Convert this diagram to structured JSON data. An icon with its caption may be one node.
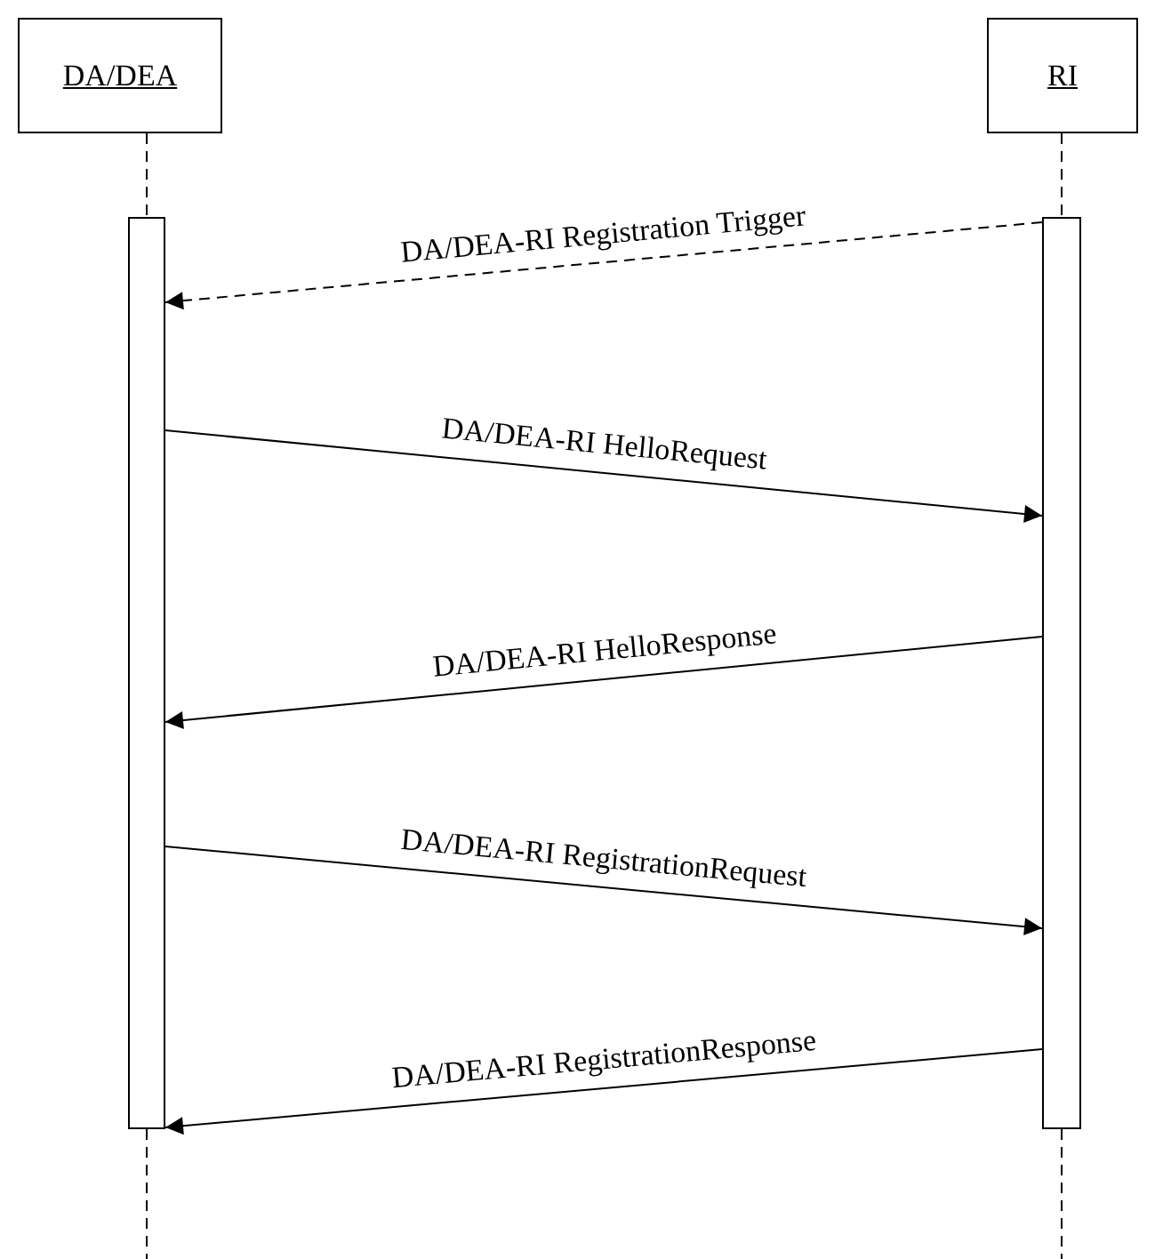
{
  "diagram": {
    "nodes": [
      {
        "text": [
          "DA/DEA"
        ]
      },
      {
        "text": [
          "RI"
        ]
      },
      {
        "text": [],
        "shape": "bar"
      },
      {
        "text": [],
        "shape": "bar"
      }
    ],
    "edges": [
      {
        "from": 0,
        "to": 2,
        "arrow": "none",
        "style": "dashed"
      },
      {
        "from": 1,
        "to": 3,
        "arrow": "none",
        "style": "dashed"
      },
      {
        "from": 3,
        "to": 2,
        "arrow": "to",
        "style": "dashed",
        "label": "DA/DEA-RI Registration Trigger"
      },
      {
        "from": 2,
        "to": 3,
        "arrow": "to",
        "label": "DA/DEA-RI HelloRequest"
      },
      {
        "from": 3,
        "to": 2,
        "arrow": "to",
        "label": "DA/DEA-RI HelloResponse"
      },
      {
        "from": 2,
        "to": 3,
        "arrow": "to",
        "label": "DA/DEA-RI RegistrationRequest"
      },
      {
        "from": 3,
        "to": 2,
        "arrow": "to",
        "label": "DA/DEA-RI RegistrationResponse"
      },
      {
        "from": 2,
        "to": null,
        "arrow": "none",
        "style": "dashed"
      },
      {
        "from": 3,
        "to": null,
        "arrow": "none",
        "style": "dashed"
      }
    ]
  }
}
